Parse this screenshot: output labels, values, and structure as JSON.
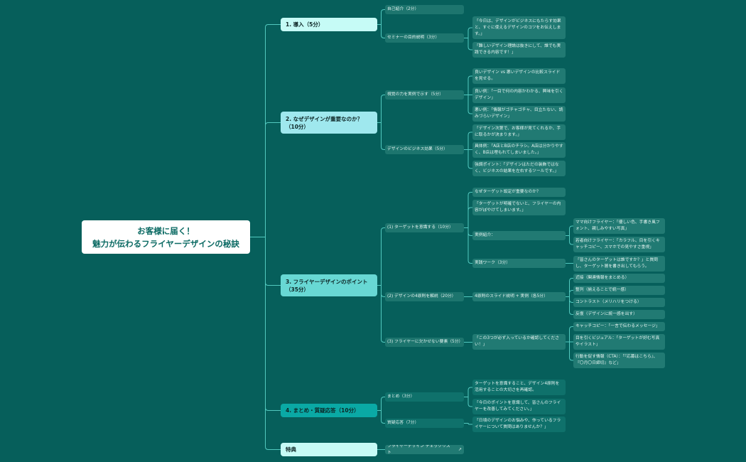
{
  "root": {
    "title_line1": "お客様に届く！",
    "title_line2": "魅力が伝わるフライヤーデザインの秘訣"
  },
  "colors": {
    "background": "#065f5b",
    "connector": "#52c9bf",
    "section1": "#c6fbf6",
    "section2": "#9fe8ee",
    "section3": "#68d8d4",
    "section4": "#0aa9a5",
    "section5": "#c6fbf6"
  },
  "sections": [
    {
      "label": "1. 導入（5分）",
      "children": [
        {
          "label": "自己紹介（2分）"
        },
        {
          "label": "セミナーの目的説明（3分）",
          "children": [
            {
              "label": "「今日は、デザインがビジネスにもたらす効果と、すぐに使えるデザインのコツをお伝えします。」"
            },
            {
              "label": "「難しいデザイン理論は抜きにして、誰でも実践できる内容です！」"
            }
          ]
        }
      ]
    },
    {
      "label": "2. なぜデザインが重要なのか？（10分）",
      "children": [
        {
          "label": "視覚の力を実例で示す（5分）",
          "children": [
            {
              "label": "良いデザイン vs 悪いデザインの比較スライドを見せる。"
            },
            {
              "label": "良い例：「一目で何の内容かわかる、興味を引くデザイン」"
            },
            {
              "label": "悪い例：「情報がゴチャゴチャ、目立たない、読みづらいデザイン」"
            }
          ]
        },
        {
          "label": "デザインのビジネス効果（5分）",
          "children": [
            {
              "label": "「デザイン次第で、お客様が見てくれるか、手に取るかが決まります。」"
            },
            {
              "label": "具体例：「A店とB店のチラシ。A店は分かりやすく、B店は埋もれてしまいました。」"
            },
            {
              "label": "強調ポイント：「デザインはただの装飾ではなく、ビジネスの結果を左右するツールです。」"
            }
          ]
        }
      ]
    },
    {
      "label": "3. フライヤーデザインのポイント（35分）",
      "children": [
        {
          "label": "(1) ターゲットを意識する（10分）",
          "children": [
            {
              "label": "なぜターゲット設定が重要なのか？"
            },
            {
              "label": "「ターゲットが明確でないと、フライヤーの内容がぼやけてしまいます。」"
            },
            {
              "label": "実例紹介：",
              "children": [
                {
                  "label": "ママ向けフライヤー：「優しい色、手書き風フォント、親しみやすい写真」"
                },
                {
                  "label": "若者向けフライヤー：「カラフル、目を引くキャッチコピー、スマホでの見やすさ重視」"
                }
              ]
            },
            {
              "label": "実践ワーク（3分）",
              "children": [
                {
                  "label": "「皆さんのターゲットは誰ですか？」と質問し、ターゲット層を書き出してもらう。"
                }
              ]
            }
          ]
        },
        {
          "label": "(2) デザインの4原則を解説（20分）",
          "children": [
            {
              "label": "4原則のスライド説明 + 実例（各5分）",
              "children": [
                {
                  "label": "近接（関連情報をまとめる）"
                },
                {
                  "label": "整列（揃えることで統一感）"
                },
                {
                  "label": "コントラスト（メリハリをつける）"
                },
                {
                  "label": "反復（デザインに統一感を出す）"
                }
              ]
            }
          ]
        },
        {
          "label": "(3) フライヤーに欠かせない要素（5分）",
          "children": [
            {
              "label": "「この3つが必ず入っているか確認してください！」",
              "children": [
                {
                  "label": "キャッチコピー：「一言で伝わるメッセージ」"
                },
                {
                  "label": "目を引くビジュアル：「ターゲットが好む写真やイラスト」"
                },
                {
                  "label": "行動を促す情報（CTA）：「『応募はこちら』、『〇月〇日締切』など」"
                }
              ]
            }
          ]
        }
      ]
    },
    {
      "label": "4. まとめ・質疑応答（10分）",
      "children": [
        {
          "label": "まとめ（3分）",
          "children": [
            {
              "label": "ターゲットを意識すること、デザイン4原則を活用することの大切さを再確認。"
            },
            {
              "label": "「今日のポイントを意識して、皆さんのフライヤーを改善してみてください。」"
            }
          ]
        },
        {
          "label": "質疑応答（7分）",
          "children": [
            {
              "label": "「日頃のデザインのお悩みや、作っているフライヤーについて質問はありませんか？」"
            }
          ]
        }
      ]
    },
    {
      "label": "特典",
      "children": [
        {
          "label": "フライヤーデザイン チェックリスト",
          "icon": "external-link-icon"
        }
      ]
    }
  ]
}
